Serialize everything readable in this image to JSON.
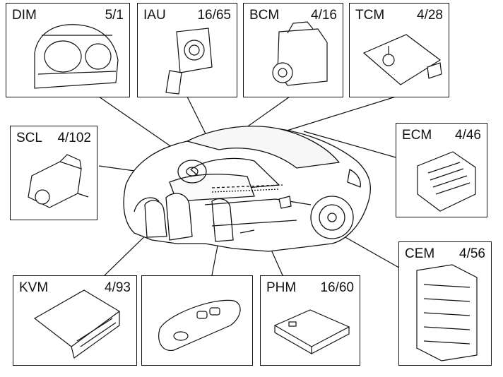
{
  "modules": {
    "dim": {
      "code": "DIM",
      "ref": "5/1",
      "icon": "instrument-cluster-icon"
    },
    "iau": {
      "code": "IAU",
      "ref": "16/65",
      "icon": "immobilizer-antenna-icon"
    },
    "bcm": {
      "code": "BCM",
      "ref": "4/16",
      "icon": "brake-module-icon"
    },
    "tcm": {
      "code": "TCM",
      "ref": "4/28",
      "icon": "transmission-module-icon"
    },
    "scl": {
      "code": "SCL",
      "ref": "4/102",
      "icon": "steering-lock-icon"
    },
    "ecm": {
      "code": "ECM",
      "ref": "4/46",
      "icon": "engine-module-icon"
    },
    "cem": {
      "code": "CEM",
      "ref": "4/56",
      "icon": "central-electronic-module-icon"
    },
    "kvm": {
      "code": "KVM",
      "ref": "4/93",
      "icon": "keyless-vehicle-module-icon"
    },
    "key": {
      "code": "",
      "ref": "",
      "icon": "remote-key-fob-icon"
    },
    "phm": {
      "code": "PHM",
      "ref": "16/60",
      "icon": "phone-module-icon"
    }
  },
  "vehicle": {
    "icon": "car-cutaway-icon"
  },
  "colors": {
    "line": "#111111",
    "background": "#ffffff"
  }
}
